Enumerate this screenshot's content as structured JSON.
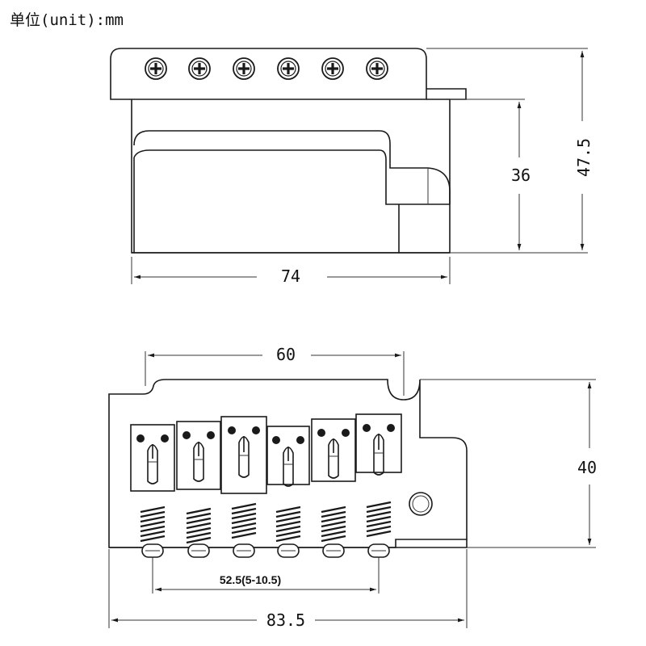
{
  "unit_label": "单位(unit):mm",
  "top_view": {
    "dim_height_inner": "36",
    "dim_height_total": "47.5",
    "dim_width": "74"
  },
  "bottom_view": {
    "dim_top_width": "60",
    "dim_height": "40",
    "dim_string_spacing": "52.5(5-10.5)",
    "dim_total_width": "83.5",
    "saddle_count": 6
  }
}
